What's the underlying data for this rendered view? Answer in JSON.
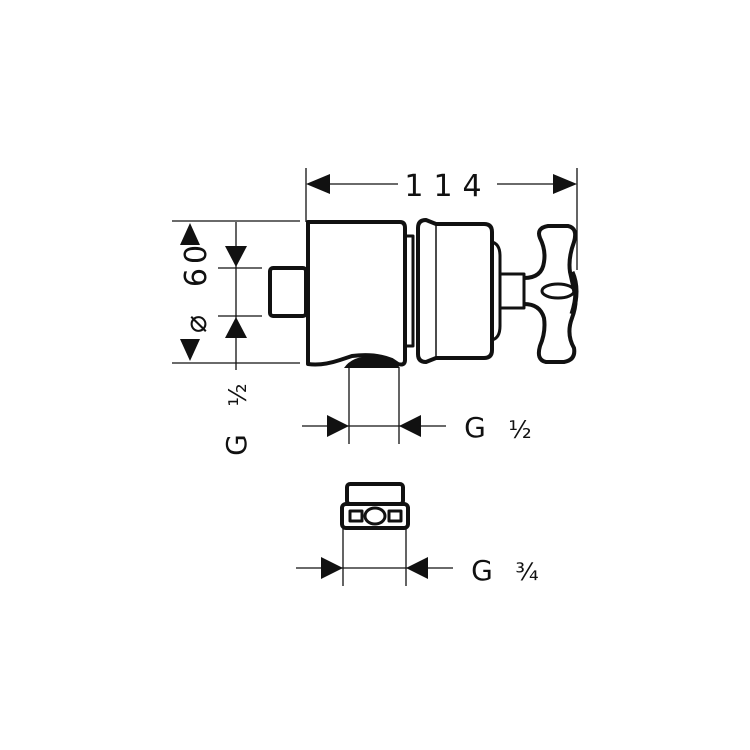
{
  "diagram": {
    "type": "technical-dimension-drawing",
    "subject": "wall outlet with shut-off valve and cross handle, plus adapter fitting",
    "stroke_color": "#111111",
    "background": "#ffffff"
  },
  "dimensions": {
    "overall_length": "114",
    "diameter_symbol": "⌀",
    "diameter_value": "60",
    "inlet_thread_label": "G",
    "inlet_thread_size": "½",
    "outlet_thread_label": "G",
    "outlet_thread_size": "½",
    "adapter_thread_label": "G",
    "adapter_thread_size": "¾"
  }
}
